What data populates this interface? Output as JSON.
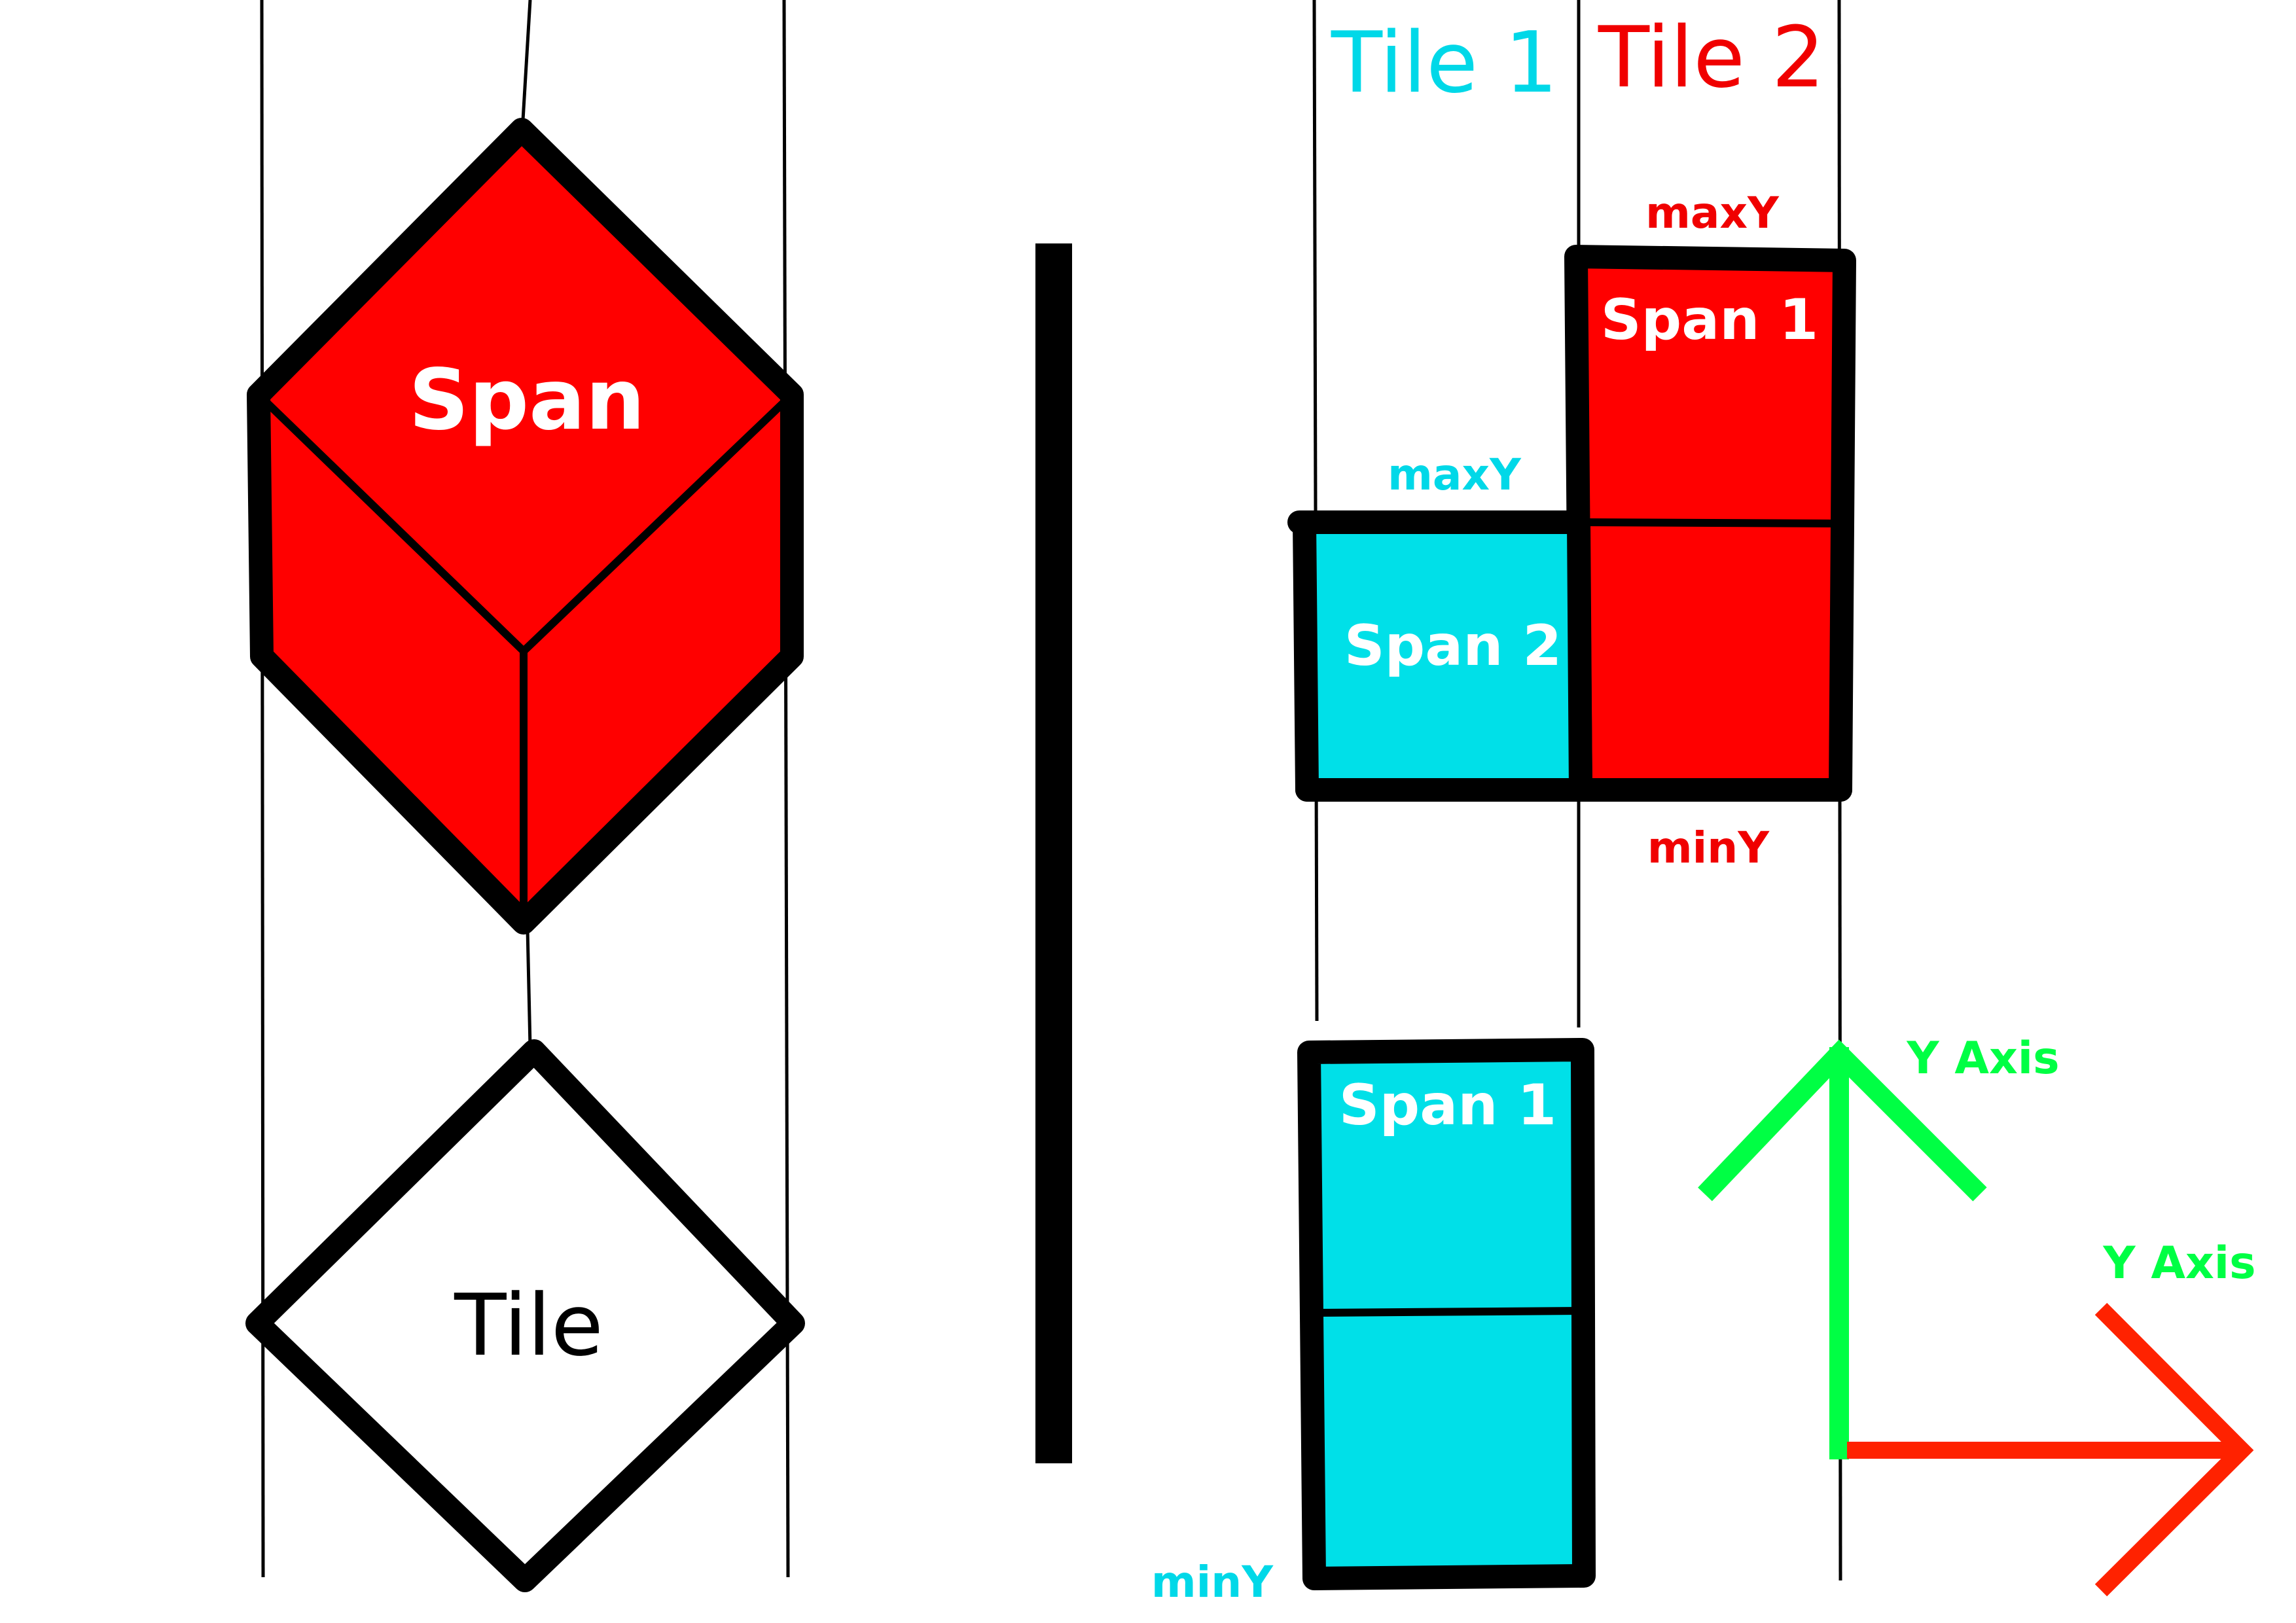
{
  "colors": {
    "span_red": "#ff0000",
    "span_cyan": "#00e0e8",
    "tile1_text": "#00d8e8",
    "tile2_text": "#f00000",
    "y_axis_green": "#00ff44",
    "x_axis_red": "#ff2200",
    "outline": "#000000",
    "background": "#ffffff"
  },
  "left": {
    "span_label": "Span",
    "tile_label": "Tile"
  },
  "right": {
    "tile1_title": "Tile 1",
    "tile2_title": "Tile 2",
    "upper": {
      "tile1": {
        "span_label": "Span 2",
        "max_label": "maxY"
      },
      "tile2": {
        "span_label": "Span 1",
        "max_label": "maxY",
        "min_label": "minY"
      }
    },
    "lower": {
      "tile1": {
        "span_label": "Span 1",
        "min_label": "minY"
      }
    }
  },
  "axes": {
    "vertical_label": "Y Axis",
    "horizontal_label": "Y Axis",
    "vertical_icon": "up-arrow",
    "horizontal_icon": "right-arrow"
  }
}
